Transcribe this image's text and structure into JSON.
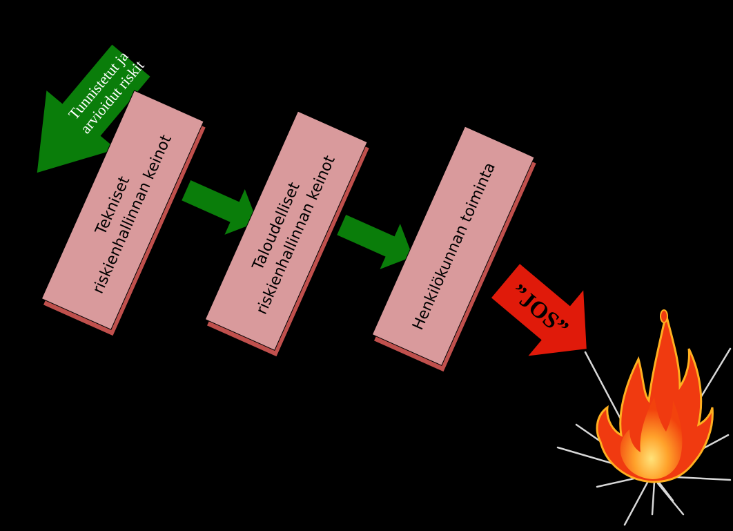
{
  "input_arrow": {
    "line1": "Tunnistetut ja",
    "line2": "arvioidut riskit",
    "color": "#0a7d0a"
  },
  "boxes": [
    {
      "line1": "Tekniset",
      "line2": "riskienhallinnan keinot"
    },
    {
      "line1": "Taloudelliset",
      "line2": "riskienhallinnan  keinot"
    },
    {
      "line1": "Henkilökunnan toiminta",
      "line2": ""
    }
  ],
  "box_colors": {
    "face": "#d99a9c",
    "shadow": "#c0504d"
  },
  "flow_arrow_color": "#0a7d0a",
  "risk_arrow": {
    "label": "”JOS”",
    "color": "#e01a0a"
  },
  "fire_icon": "fire-explosion-icon"
}
